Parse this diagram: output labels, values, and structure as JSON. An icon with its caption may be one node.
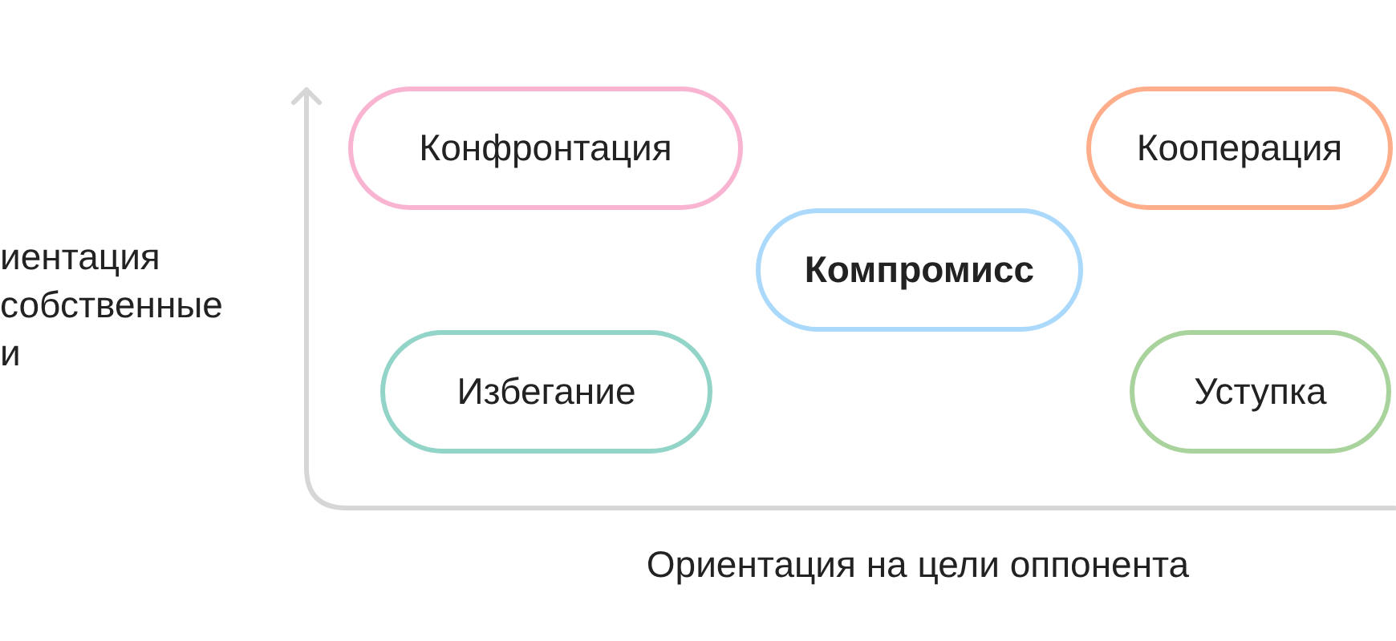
{
  "diagram": {
    "nodes": [
      {
        "text": [
          "Конфронтация"
        ]
      },
      {
        "text": [
          "Кооперация"
        ]
      },
      {
        "text": [
          "Компромисс"
        ]
      },
      {
        "text": [
          "Избегание"
        ]
      },
      {
        "text": [
          "Уступка"
        ]
      }
    ],
    "labels": [
      "иентация собственные и",
      "Ориентация на цели оппонента"
    ]
  }
}
